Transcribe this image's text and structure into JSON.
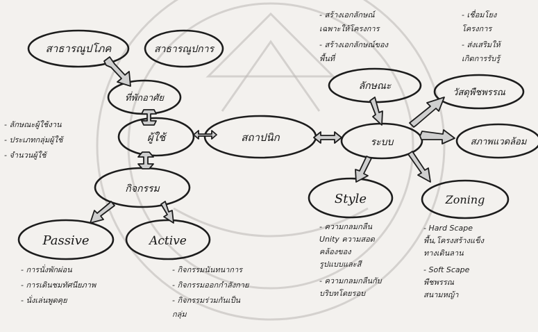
{
  "nodes": {
    "top_left_a": "สาธารณูปโภค",
    "top_left_b": "สาธารณูปการ",
    "facilities": "ที่พักอาศัย",
    "site": "ผู้ใช้",
    "activity": "กิจกรรม",
    "passive": "Passive",
    "active": "Active",
    "center": "สถาปนิก",
    "right_hub": "ระบบ",
    "character": "ลักษณะ",
    "materials": "วัสดุพืชพรรณ",
    "environment": "สภาพแวดล้อม",
    "style": "Style",
    "zoning": "Zoning"
  },
  "notes": {
    "user_notes": [
      "- ลักษณะผู้ใช้งาน",
      "- ประเภทกลุ่มผู้ใช้",
      "- จำนวนผู้ใช้"
    ],
    "passive_notes": [
      "- การนั่งพักผ่อน",
      "- การเดินชมทัศนียภาพ",
      "- นั่งเล่นพูดคุย"
    ],
    "active_notes": [
      "- กิจกรรมนันทนาการ",
      "- กิจกรรมออกกำลังกาย",
      "- กิจกรรมร่วมกันเป็น",
      "  กลุ่ม"
    ],
    "top_center_notes": [
      "- สร้างเอกลักษณ์",
      "  เฉพาะให้โครงการ",
      "- สร้างเอกลักษณ์ของ",
      "  พื้นที่"
    ],
    "top_right_notes": [
      "- เชื่อมโยง",
      "  โครงการ",
      "- ส่งเสริมให้",
      "  เกิดการรับรู้"
    ],
    "style_notes": [
      "- ความกลมกลืน",
      "  Unity ความสอด",
      "  คล้องของ",
      "  รูปแบบและสี",
      "- ความกลมกลืนกับ",
      "  บริบทโดยรอบ"
    ],
    "zoning_notes": [
      "- Hard Scape",
      "  พื้น,โครงสร้างแข็ง",
      "  ทางเดินลาน",
      "- Soft Scape",
      "  พืชพรรณ",
      "  สนามหญ้า"
    ]
  }
}
